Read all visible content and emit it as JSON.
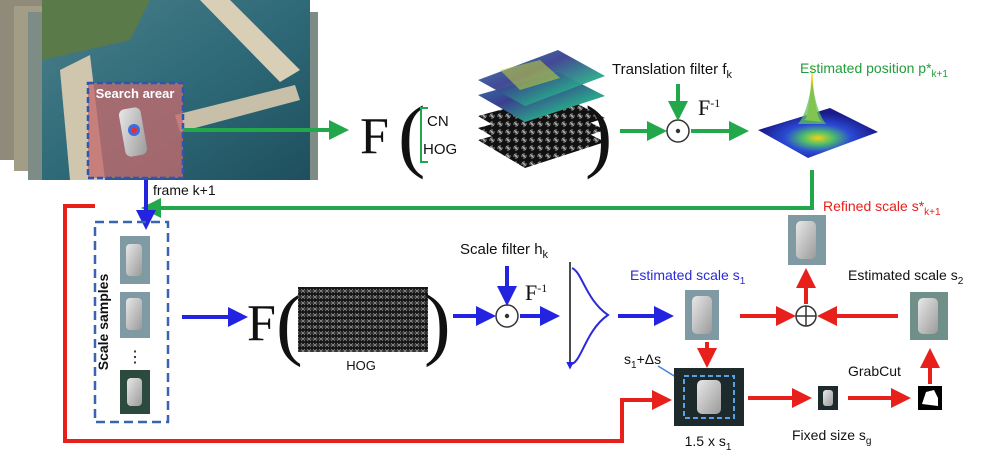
{
  "top_row": {
    "search_area_label": "Search arear",
    "frame_label": "frame k+1",
    "feature_function": "F",
    "feature_cn": "CN",
    "feature_hog": "HOG",
    "translation_filter_label": "Translation filter f",
    "translation_filter_sub": "k",
    "inverse_F": "F",
    "inverse_sup": "-1",
    "estimated_position_label": "Estimated position p*",
    "estimated_position_sub": "k+1"
  },
  "bottom_row": {
    "scale_samples_label": "Scale samples",
    "scale_dots": "⋮",
    "feature_function": "F",
    "hog_label": "HOG",
    "scale_filter_label": "Scale filter h",
    "scale_filter_sub": "k",
    "inverse_F": "F",
    "inverse_sup": "-1",
    "estimated_scale_s1_label": "Estimated scale s",
    "estimated_scale_s1_sub": "1",
    "estimated_scale_s2_label": "Estimated scale s",
    "estimated_scale_s2_sub": "2",
    "refined_scale_label": "Refined scale s*",
    "refined_scale_sub": "k+1",
    "delta_label": "s",
    "delta_sub": "1",
    "delta_rest": "+Δs",
    "enlarged_label": "1.5 x s",
    "enlarged_sub": "1",
    "grabcut_label": "GrabCut",
    "fixed_size_label": "Fixed size s",
    "fixed_size_sub": "g"
  },
  "colors": {
    "green_arrow": "#22a84a",
    "blue_arrow": "#2323e0",
    "red_arrow": "#e8201c",
    "position_text": "#1f9e3a",
    "refined_text": "#e8201c",
    "scale_s1_text": "#2a2ad8",
    "dashed_box": "#3b64b0"
  }
}
